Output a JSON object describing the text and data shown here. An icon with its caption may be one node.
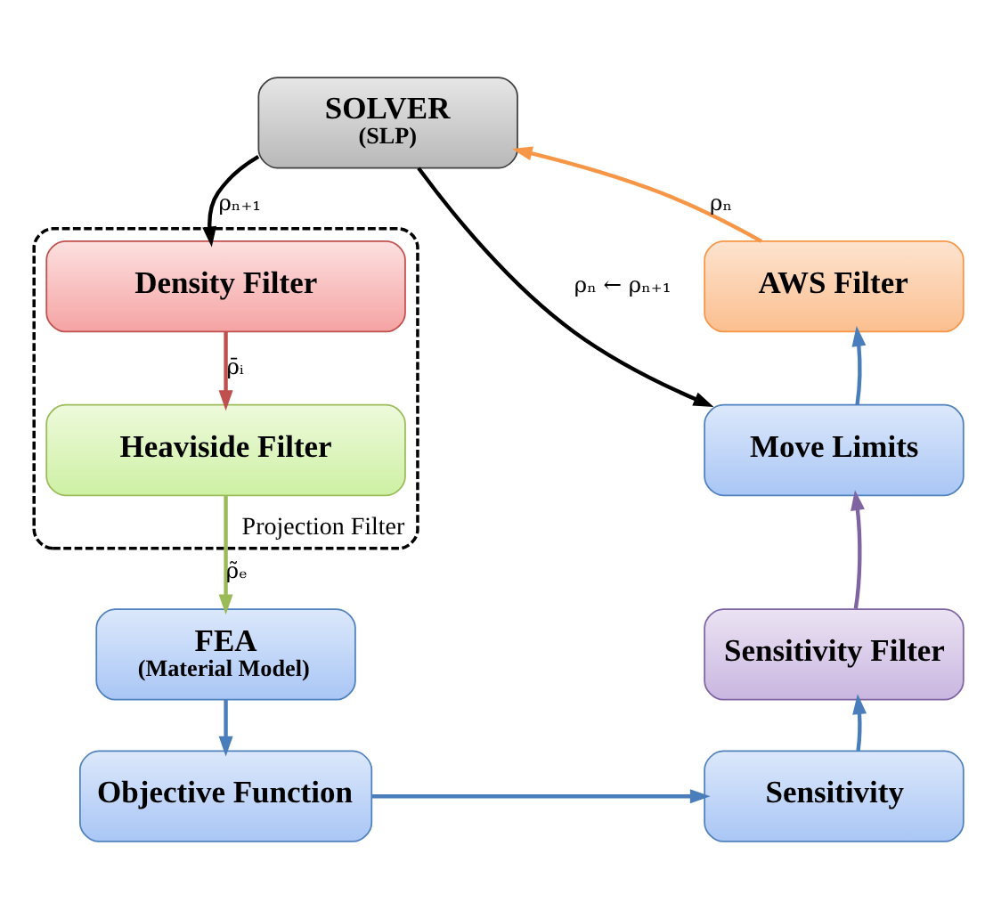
{
  "diagram": {
    "nodes": [
      {
        "text": [
          "SOLVER",
          "(SLP)"
        ]
      },
      {
        "text": [
          "AWS Filter"
        ]
      },
      {
        "text": [
          "Move Limits"
        ]
      },
      {
        "text": [
          "Sensitivity Filter"
        ]
      },
      {
        "text": [
          "Sensitivity"
        ]
      },
      {
        "text": [
          "Projection Filter"
        ]
      },
      {
        "text": [
          "Density Filter"
        ],
        "in": 5
      },
      {
        "text": [
          "Heaviside Filter"
        ],
        "in": 5
      },
      {
        "text": [
          "FEA",
          "(Material Model)"
        ]
      },
      {
        "text": [
          "Objective Function"
        ]
      }
    ],
    "edges": [
      {
        "from": 0,
        "to": 6,
        "arrow": "to",
        "label": "ρₙ₊₁",
        "color": "#000000"
      },
      {
        "from": 0,
        "to": 2,
        "arrow": "to",
        "label": "ρₙ ← ρₙ₊₁",
        "color": "#000000"
      },
      {
        "from": 1,
        "to": 0,
        "arrow": "to",
        "label": "ρₙ",
        "color": "#f79646"
      },
      {
        "from": 2,
        "to": 1,
        "arrow": "to"
      },
      {
        "from": 3,
        "to": 2,
        "arrow": "to",
        "color": "#8064a2"
      },
      {
        "from": 4,
        "to": 3,
        "arrow": "to"
      },
      {
        "from": 6,
        "to": 7,
        "arrow": "to",
        "label": "ρ̄ᵢ",
        "color": "#c0504d"
      },
      {
        "from": 7,
        "to": 8,
        "arrow": "to",
        "label": "ρ̃ₑ",
        "color": "#9bbb59"
      },
      {
        "from": 8,
        "to": 9,
        "arrow": "to"
      },
      {
        "from": 9,
        "to": 4,
        "arrow": "to"
      }
    ]
  }
}
